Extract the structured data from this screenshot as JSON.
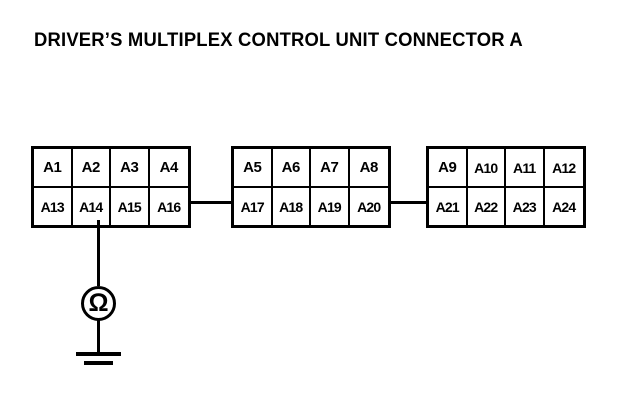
{
  "title": "DRIVER’S MULTIPLEX CONTROL UNIT CONNECTOR A",
  "diagram": {
    "type": "connector-pinout",
    "blocks": [
      {
        "id": "block-1",
        "top_row": [
          "A1",
          "A2",
          "A3",
          "A4"
        ],
        "bottom_row": [
          "A13",
          "A14",
          "A15",
          "A16"
        ]
      },
      {
        "id": "block-2",
        "top_row": [
          "A5",
          "A6",
          "A7",
          "A8"
        ],
        "bottom_row": [
          "A17",
          "A18",
          "A19",
          "A20"
        ]
      },
      {
        "id": "block-3",
        "top_row": [
          "A9",
          "A10",
          "A11",
          "A12"
        ],
        "bottom_row": [
          "A21",
          "A22",
          "A23",
          "A24"
        ]
      }
    ],
    "measurement": {
      "instrument": "ohmmeter",
      "symbol": "Ω",
      "connected_pin": "A14",
      "other_terminal": "ground"
    },
    "colors": {
      "line": "#000000",
      "background": "#ffffff"
    }
  }
}
